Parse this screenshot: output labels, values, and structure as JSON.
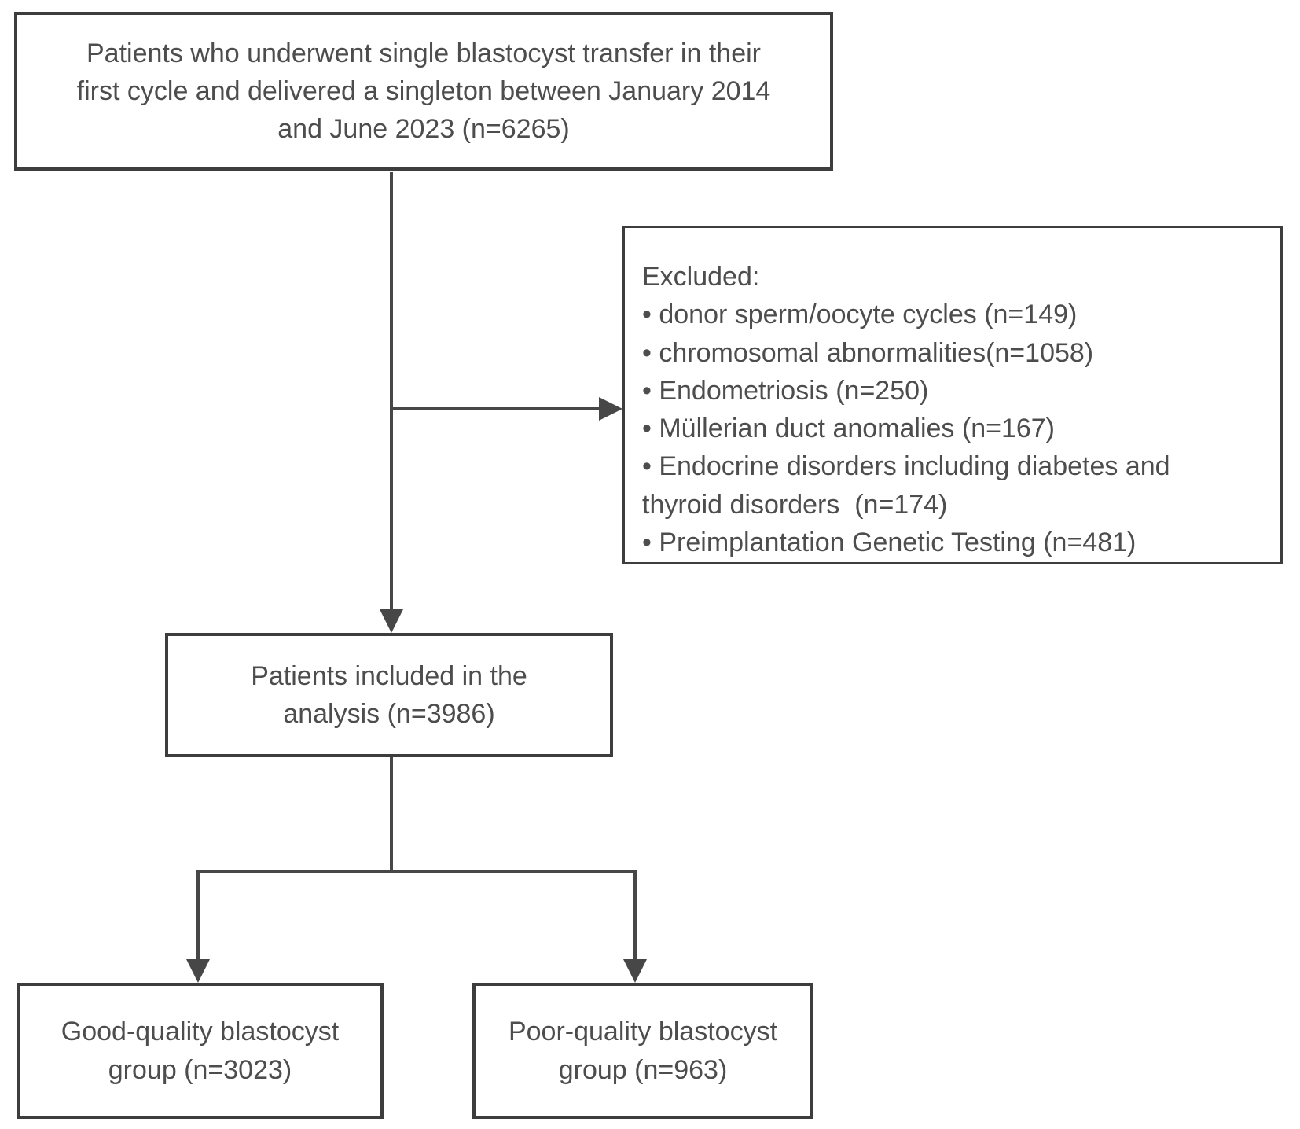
{
  "diagram": {
    "boxes": {
      "initial": {
        "full_text": "Patients who underwent single blastocyst transfer in their first cycle and delivered a singleton between January 2014 and June 2023 (n=6265)",
        "lines": [
          "Patients who underwent single blastocyst transfer in their",
          "first cycle and delivered a singleton between January 2014",
          "and June 2023 (n=6265)"
        ]
      },
      "excluded": {
        "heading": "Excluded:",
        "items": [
          "• donor sperm/oocyte cycles (n=149)",
          "• chromosomal abnormalities(n=1058)",
          "• Endometriosis (n=250)",
          "• Müllerian duct anomalies (n=167)",
          "• Endocrine disorders including diabetes and",
          "thyroid disorders  (n=174)",
          "• Preimplantation Genetic Testing (n=481)"
        ]
      },
      "included": {
        "full_text": "Patients included in the analysis (n=3986)",
        "lines": [
          "Patients included in the",
          "analysis (n=3986)"
        ]
      },
      "good_quality": {
        "full_text": "Good-quality blastocyst group (n=3023)",
        "lines": [
          "Good-quality blastocyst",
          "group (n=3023)"
        ]
      },
      "poor_quality": {
        "full_text": "Poor-quality blastocyst group (n=963)",
        "lines": [
          "Poor-quality blastocyst",
          "group (n=963)"
        ]
      }
    },
    "colors": {
      "background": "#ffffff",
      "box_fill": "#ffffff",
      "box_border": "#3d3d3d",
      "text": "#4d4d4d",
      "connector": "#474747"
    }
  }
}
